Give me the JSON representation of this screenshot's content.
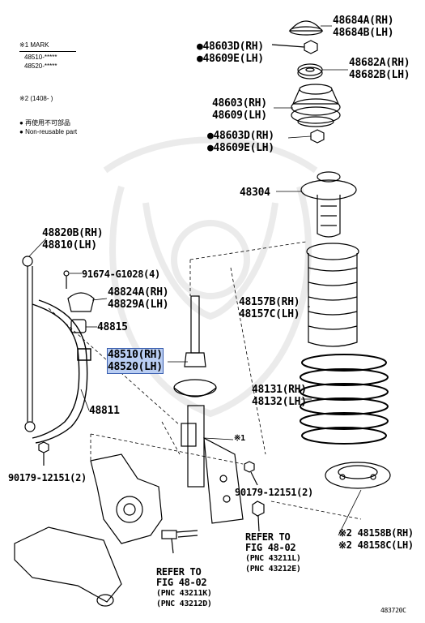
{
  "legend": {
    "mark1_title": "※1 MARK",
    "mark1_line1": "48510-*****",
    "mark1_line2": "48520-*****",
    "mark2": "※2 (1408-  )",
    "reuse_jp": "再使用不可部品",
    "reuse_en": "Non-reusable part"
  },
  "parts": {
    "p48684": [
      "48684A(RH)",
      "48684B(LH)"
    ],
    "p48603_top": [
      "●48603D(RH)",
      "●48609E(LH)"
    ],
    "p48682": [
      "48682A(RH)",
      "48682B(LH)"
    ],
    "p48603_mid": [
      "48603(RH)",
      "48609(LH)"
    ],
    "p48603_low": [
      "●48603D(RH)",
      "●48609E(LH)"
    ],
    "p48304": "48304",
    "p48820": [
      "48820B(RH)",
      "48810(LH)"
    ],
    "p91674": "91674-G1028(4)",
    "p48824": [
      "48824A(RH)",
      "48829A(LH)"
    ],
    "p48815": "48815",
    "p48157": [
      "48157B(RH)",
      "48157C(LH)"
    ],
    "p48510": [
      "48510(RH)",
      "48520(LH)"
    ],
    "p48131": [
      "48131(RH)",
      "48132(LH)"
    ],
    "p48811": "48811",
    "mark1_label": "※1",
    "p90179_left": "90179-12151(2)",
    "p90179_right": "90179-12151(2)",
    "refer_right": [
      "REFER TO",
      "FIG 48-02",
      "(PNC 43211L)",
      "(PNC 43212E)"
    ],
    "refer_left": [
      "REFER TO",
      "FIG 48-02",
      "(PNC 43211K)",
      "(PNC 43212D)"
    ],
    "p48158": [
      "※2 48158B(RH)",
      "※2 48158C(LH)"
    ]
  },
  "figure_code": "483720C",
  "highlight_color": "#b9cdf2"
}
